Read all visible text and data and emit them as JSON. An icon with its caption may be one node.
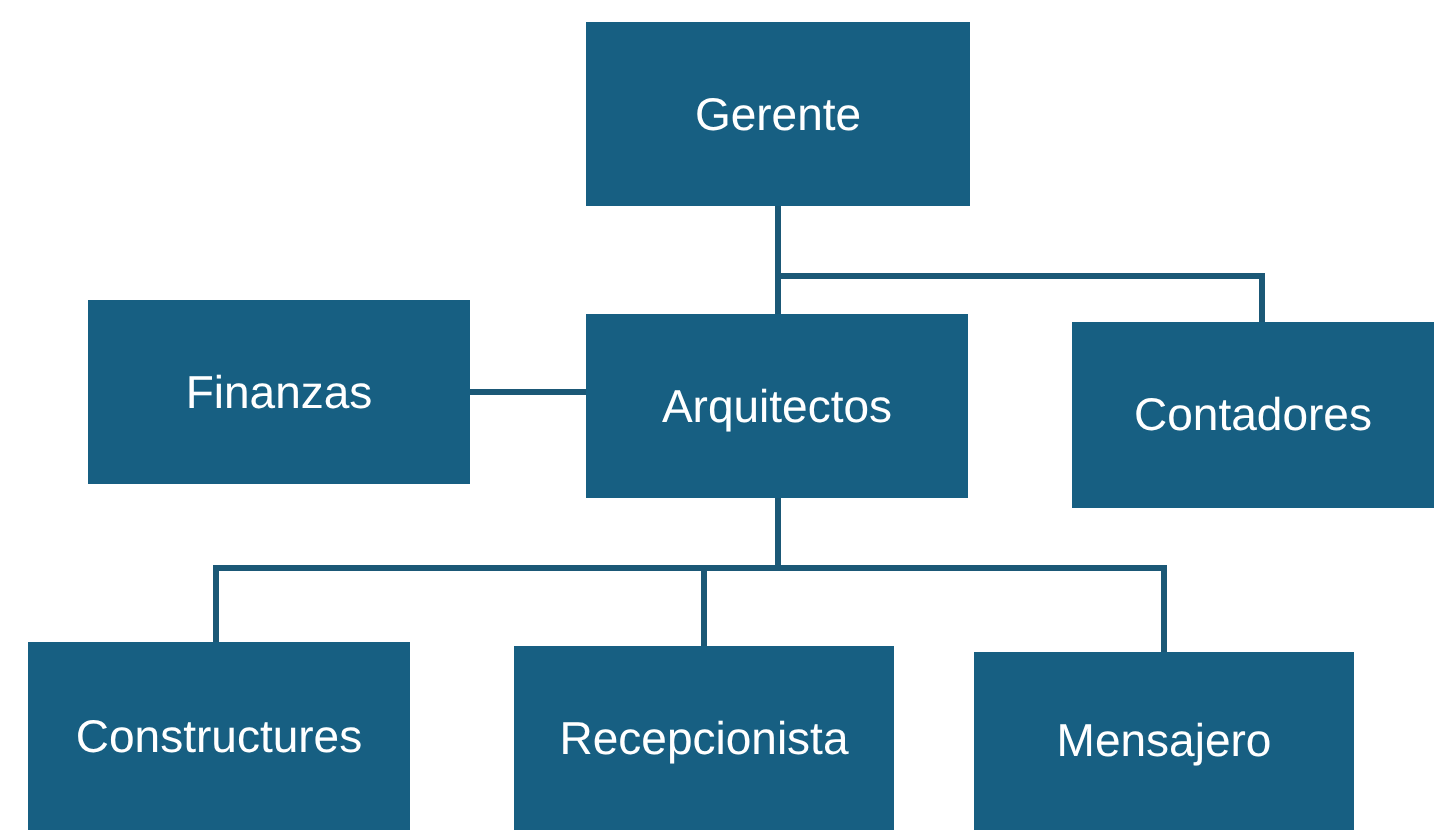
{
  "diagram": {
    "nodes": [
      {
        "text": [
          "Gerente"
        ]
      },
      {
        "text": [
          "Finanzas"
        ]
      },
      {
        "text": [
          "Arquitectos"
        ]
      },
      {
        "text": [
          "Contadores"
        ]
      },
      {
        "text": [
          "Constructures"
        ]
      },
      {
        "text": [
          "Recepcionista"
        ]
      },
      {
        "text": [
          "Mensajero"
        ]
      }
    ],
    "edges": [
      {
        "from": 0,
        "to": 2,
        "arrow": "none"
      },
      {
        "from": 0,
        "to": 3,
        "arrow": "none"
      },
      {
        "from": 1,
        "to": 2,
        "arrow": "none"
      },
      {
        "from": 2,
        "to": 4,
        "arrow": "none"
      },
      {
        "from": 2,
        "to": 5,
        "arrow": "none"
      },
      {
        "from": 2,
        "to": 6,
        "arrow": "none"
      }
    ]
  }
}
